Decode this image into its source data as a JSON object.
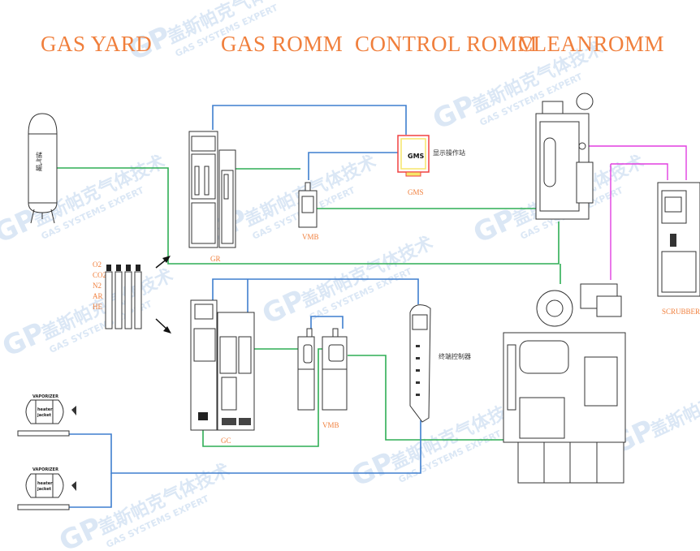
{
  "areas": {
    "gas_yard": "GAS YARD",
    "gas_room": "GAS ROMM",
    "control_room": "CONTROL ROMM",
    "cleanroom": "CLEANROMM"
  },
  "equipment": {
    "storage_tank": "储气罐",
    "cylinder_gases": [
      "O2",
      "CO2",
      "N2",
      "AR",
      "HE"
    ],
    "gr": "GR",
    "vmb_top": "VMB",
    "gms_screen": "GMS",
    "gms_label": "GMS",
    "gms_station": "显示操作站",
    "gc": "GC",
    "vmb_bottom": "VMB",
    "terminal_controller": "终端控制器",
    "scrubber": "SCRUBBER",
    "vaporizer_title": "VAPORIZER",
    "vaporizer_body_1": "heater",
    "vaporizer_body_2": "jacket"
  },
  "watermark": {
    "logo": "GP",
    "cn": "盖斯帕克气体技术",
    "en": "GAS SYSTEMS EXPERT"
  },
  "colors": {
    "area_title": "#f07f3c",
    "pipe_blue": "#3f7fcf",
    "pipe_green": "#2fae55",
    "pipe_magenta": "#e23fe0"
  }
}
